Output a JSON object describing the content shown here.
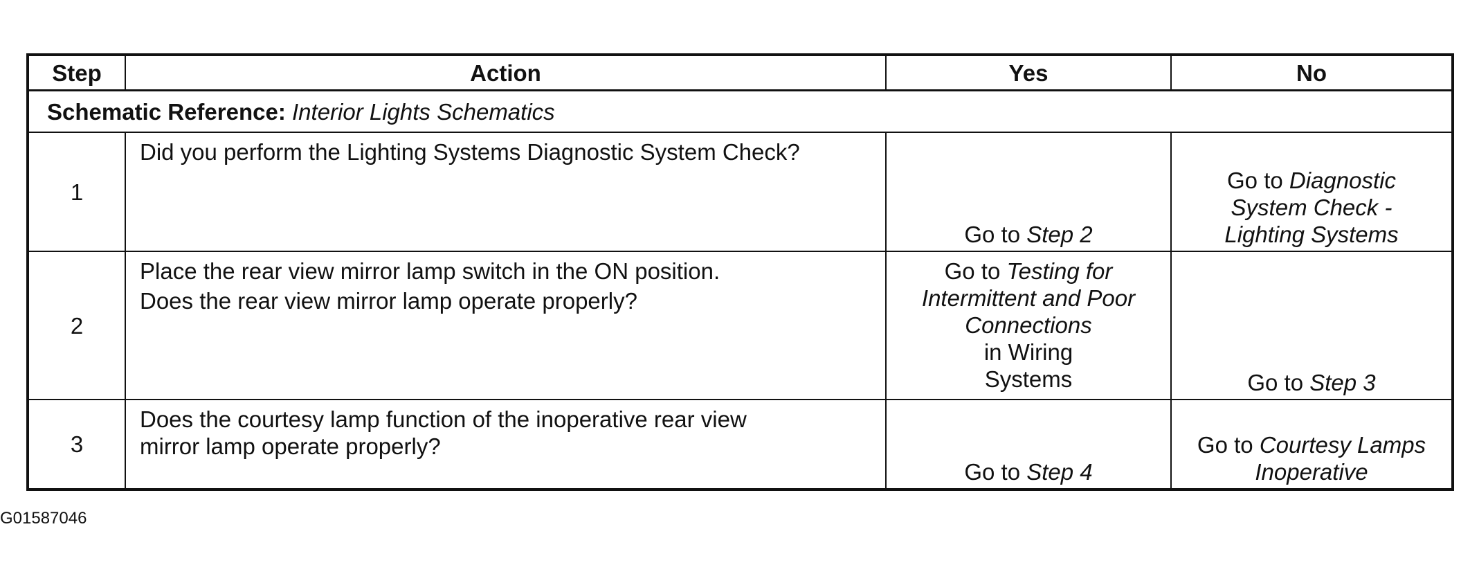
{
  "table": {
    "headers": {
      "step": "Step",
      "action": "Action",
      "yes": "Yes",
      "no": "No"
    },
    "schematic_reference": {
      "label": "Schematic Reference:",
      "value": "Interior Lights Schematics"
    },
    "rows": [
      {
        "step": "1",
        "action": [
          "Did you perform the Lighting Systems Diagnostic System Check?"
        ],
        "yes": {
          "prefix": "Go to ",
          "lines": [
            "Step 2"
          ]
        },
        "no": {
          "prefix": "Go to ",
          "lines": [
            "Diagnostic",
            "System Check -",
            "Lighting Systems"
          ]
        }
      },
      {
        "step": "2",
        "action": [
          "Place the rear view mirror lamp switch in the ON position.",
          "Does the rear view mirror lamp operate properly?"
        ],
        "yes": {
          "prefix": "Go to ",
          "lines": [
            "Testing for",
            "Intermittent and Poor",
            "Connections"
          ],
          "suffix_lines": [
            "in Wiring",
            "Systems"
          ]
        },
        "no": {
          "prefix": "Go to ",
          "lines": [
            "Step 3"
          ]
        }
      },
      {
        "step": "3",
        "action": [
          "Does the courtesy lamp function of the inoperative rear view mirror lamp operate properly?"
        ],
        "yes": {
          "prefix": "Go to ",
          "lines": [
            "Step 4"
          ]
        },
        "no": {
          "prefix": "Go to ",
          "lines": [
            "Courtesy Lamps",
            "Inoperative"
          ]
        }
      }
    ]
  },
  "figure_id": "G01587046"
}
